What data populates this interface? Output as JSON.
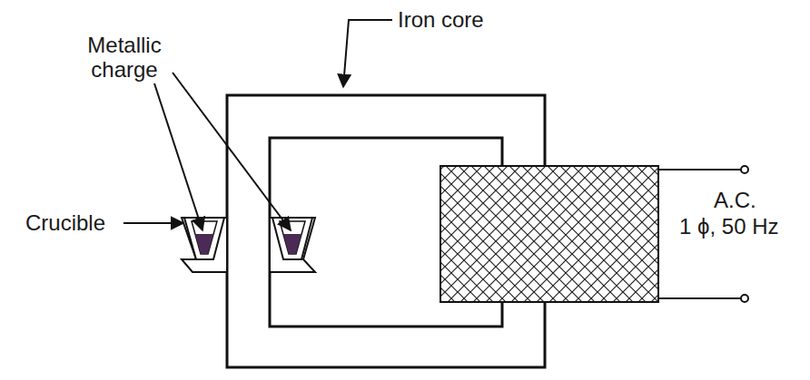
{
  "diagram": {
    "labels": [
      "Iron core",
      "Metallic charge",
      "Crucible",
      "A.C.",
      "1 ϕ, 50 Hz"
    ]
  }
}
